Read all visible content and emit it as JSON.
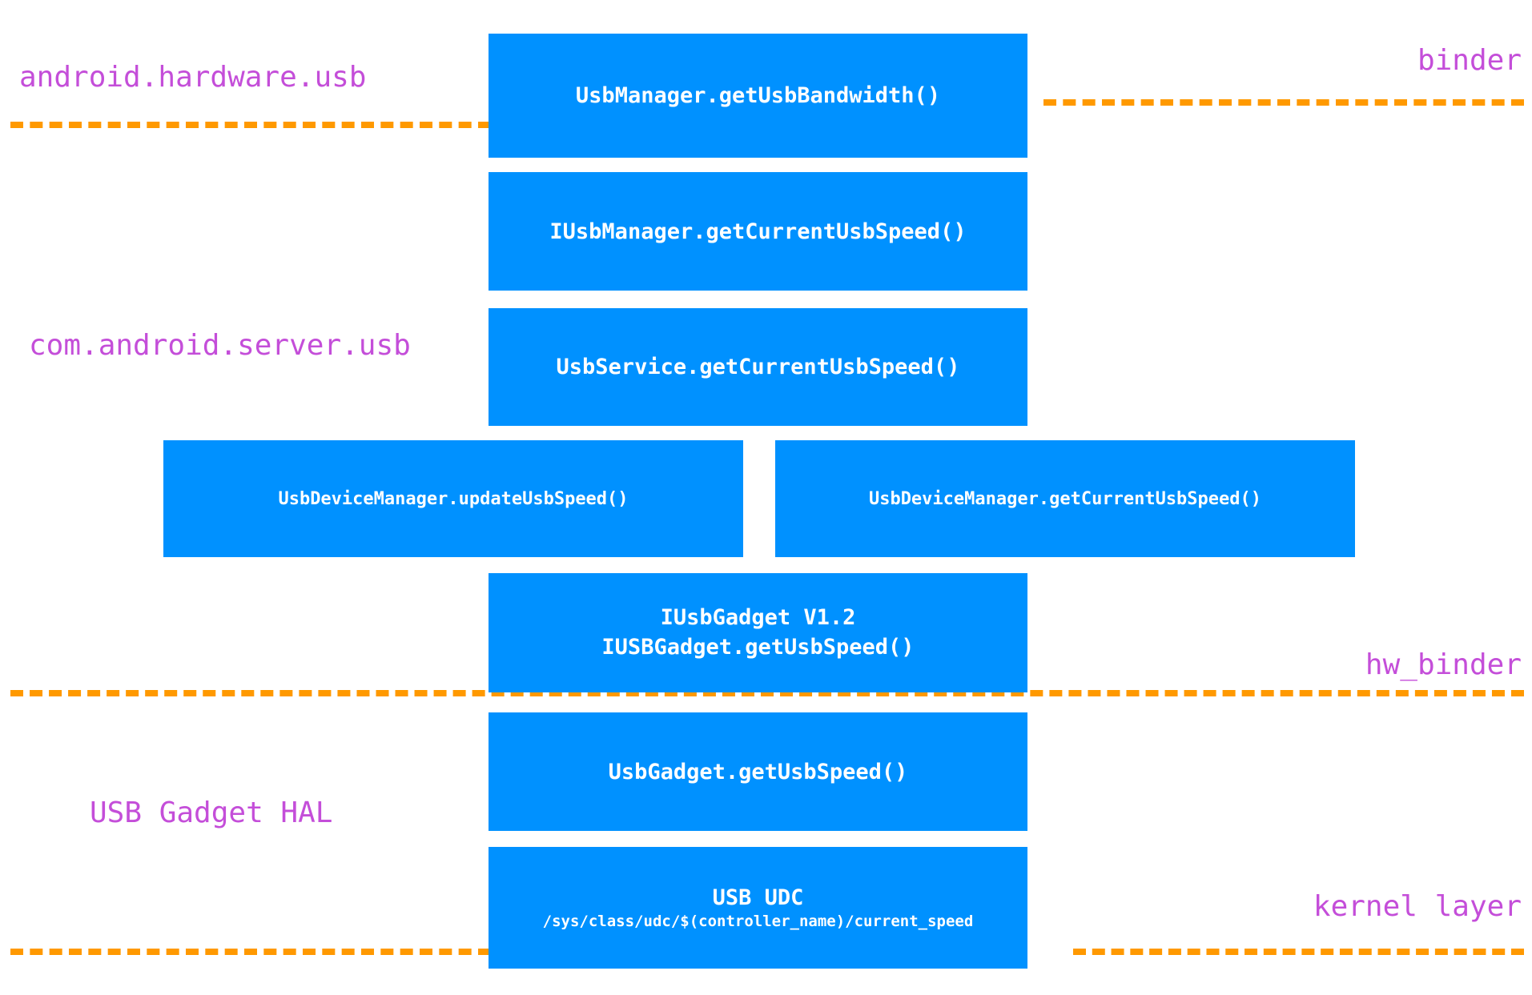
{
  "diagram": {
    "title": "Android USB speed query call-flow stack",
    "background_color": "#ffffff",
    "box_color": "#0091ff",
    "box_text_color": "#ffffff",
    "layer_label_color": "#c44ed9",
    "separator_color": "#ff9900"
  },
  "boxes": [
    {
      "id": "usbmanager-getusbbandwidth",
      "line1": "UsbManager.getUsbBandwidth()",
      "line2": ""
    },
    {
      "id": "iusbmanager-getcurrentusbspeed",
      "line1": "IUsbManager.getCurrentUsbSpeed()",
      "line2": ""
    },
    {
      "id": "usbservice-getcurrentusbspeed",
      "line1": "UsbService.getCurrentUsbSpeed()",
      "line2": ""
    },
    {
      "id": "usbdevicemanager-updateusbspeed",
      "line1": "UsbDeviceManager.updateUsbSpeed()",
      "line2": ""
    },
    {
      "id": "usbdevicemanager-getcurrentusbspeed",
      "line1": "UsbDeviceManager.getCurrentUsbSpeed()",
      "line2": ""
    },
    {
      "id": "iusbgadget",
      "line1": "IUsbGadget V1.2",
      "line2": "IUSBGadget.getUsbSpeed()"
    },
    {
      "id": "usbgadget-getusbspeed",
      "line1": "UsbGadget.getUsbSpeed()",
      "line2": ""
    },
    {
      "id": "usb-udc",
      "line1": "USB UDC",
      "line2": "/sys/class/udc/$(controller_name)/current_speed"
    }
  ],
  "layer_labels": {
    "android_hardware_usb": "android.hardware.usb",
    "binder": "binder",
    "com_android_server_usb": "com.android.server.usb",
    "hw_binder": "hw_binder",
    "usb_gadget_hal": "USB Gadget HAL",
    "kernel_layer": "kernel layer"
  }
}
